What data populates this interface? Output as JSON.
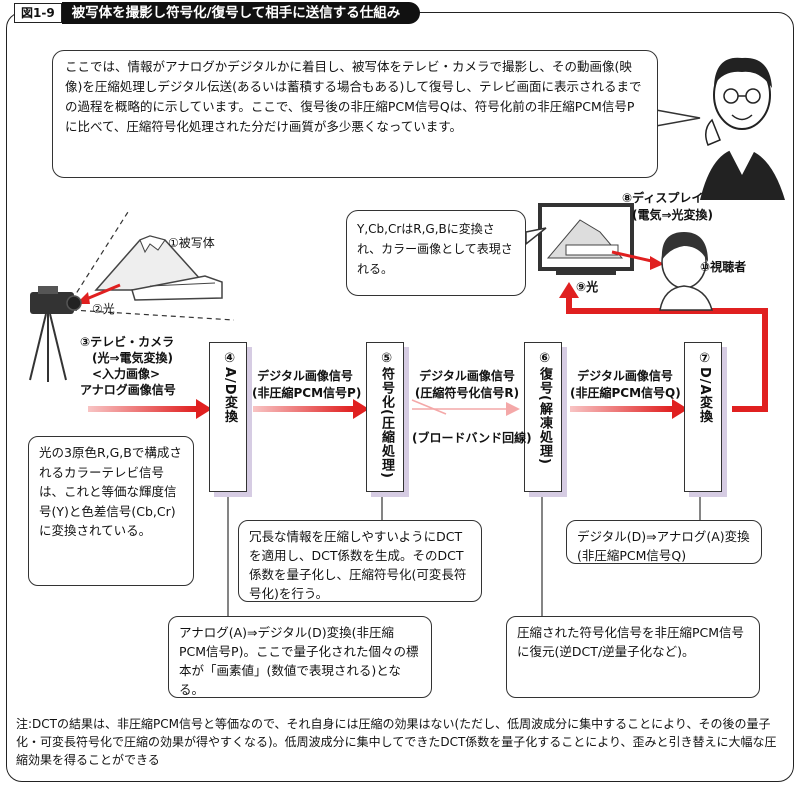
{
  "header": {
    "figure_label": "図1-9",
    "title": "被写体を撮影し符号化/復号して相手に送信する仕組み"
  },
  "intro": "ここでは、情報がアナログかデジタルかに着目し、被写体をテレビ・カメラで撮影し、その動画像(映像)を圧縮処理しデジタル伝送(あるいは蓄積する場合もある)して復号し、テレビ画面に表示されるまでの過程を概略的に示しています。ここで、復号後の非圧縮PCM信号Qは、符号化前の非圧縮PCM信号Pに比べて、圧縮符号化処理された分だけ画質が多少悪くなっています。",
  "subject": "①被写体",
  "light1": "②光",
  "camera": [
    "③テレビ・カメラ",
    "(光⇒電気変換)",
    "<入力画像>",
    "アナログ画像信号"
  ],
  "rgb_box": "光の3原色R,G,Bで構成されるカラーテレビ信号は、これと等価な輝度信号(Y)と色差信号(Cb,Cr)に変換されている。",
  "stages": [
    {
      "id": "ad",
      "text": "④A/D変換"
    },
    {
      "id": "enc",
      "text": "⑤符号化(圧縮処理)"
    },
    {
      "id": "dec",
      "text": "⑥復号(解凍処理)"
    },
    {
      "id": "da",
      "text": "⑦D/A変換"
    }
  ],
  "signals": {
    "s1": [
      "デジタル画像信号",
      "(非圧縮PCM信号P)"
    ],
    "s2": [
      "デジタル画像信号",
      "(圧縮符号化信号R)"
    ],
    "broadband": "(ブロードバンド回線)",
    "s3": [
      "デジタル画像信号",
      "(非圧縮PCM信号Q)"
    ]
  },
  "dct_box": "冗長な情報を圧縮しやすいようにDCTを適用し、DCT係数を生成。そのDCT係数を量子化し、圧縮符号化(可変長符号化)を行う。",
  "ad_box": "アナログ(A)⇒デジタル(D)変換(非圧縮PCM信号P)。ここで量子化された個々の標本が「画素値」(数値で表現される)となる。",
  "decode_box": "圧縮された符号化信号を非圧縮PCM信号に復元(逆DCT/逆量子化など)。",
  "da_box": "デジタル(D)⇒アナログ(A)変換(非圧縮PCM信号Q)",
  "display": [
    "⑧ディスプレイ",
    "(電気⇒光変換)"
  ],
  "display_bubble": "Y,Cb,CrはR,G,Bに変換され、カラー画像として表現される。",
  "light2": "⑨光",
  "viewer": "⑩視聴者",
  "footnote": "注:DCTの結果は、非圧縮PCM信号と等価なので、それ自身には圧縮の効果はない(ただし、低周波成分に集中することにより、その後の量子化・可変長符号化で圧縮の効果が得やすくなる)。低周波成分に集中してできたDCT係数を量子化することにより、歪みと引き替えに大幅な圧縮効果を得ることができる",
  "colors": {
    "arrow_red": "#e02020",
    "arrow_pink": "#f4a8a8",
    "column_shadow": "#d6cce3",
    "title_bg": "#111111"
  }
}
